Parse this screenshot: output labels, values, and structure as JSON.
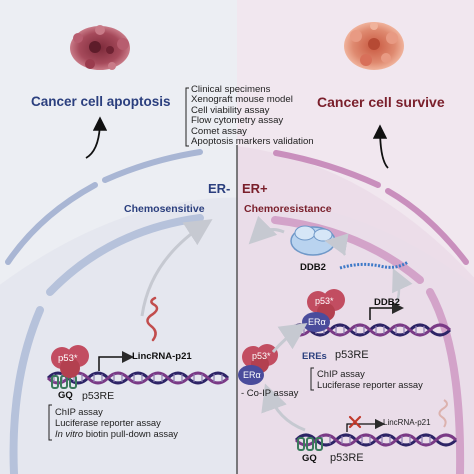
{
  "outcomes": {
    "left": "Cancer cell apoptosis",
    "right": "Cancer cell survive"
  },
  "methods": [
    "Clinical specimens",
    "Xenograft mouse model",
    "Cell viability assay",
    "Flow cytometry assay",
    "Comet assay",
    "Apoptosis markers validation"
  ],
  "status": {
    "er_neg": "ER-",
    "er_pos": "ER+",
    "left_label": "Chemosensitive",
    "right_label": "Chemoresistance"
  },
  "left_panel": {
    "p53": "p53*",
    "gene": "LincRNA-p21",
    "gq": "GQ",
    "element": "p53RE",
    "assays": [
      "ChIP assay",
      "Luciferase reporter assay",
      "biotin pull-down assay"
    ],
    "assay_prefix": "In vitro"
  },
  "right_panel": {
    "ddb2_protein": "DDB2",
    "p53_upper": "p53*",
    "era_upper": "ERα",
    "ddb2_gene": "DDB2",
    "eres": "EREs",
    "p53re_upper": "p53RE",
    "assays_upper": [
      "ChIP assay",
      "Luciferase reporter assay"
    ],
    "p53_lower": "p53*",
    "era_lower": "ERα",
    "coip": "- Co-IP assay",
    "gene_lower": "LincRNA-p21",
    "gq_lower": "GQ",
    "p53re_lower": "p53RE"
  },
  "colors": {
    "left_bg": "#eceef3",
    "right_bg": "#f1e7ef",
    "membrane": "#a9b6d4",
    "membrane_right": "#c98fbd",
    "p53": "#c24d61",
    "era": "#4a4c9c",
    "dark_red_text": "#7a1f2b",
    "navy_text": "#2b3f7e"
  }
}
